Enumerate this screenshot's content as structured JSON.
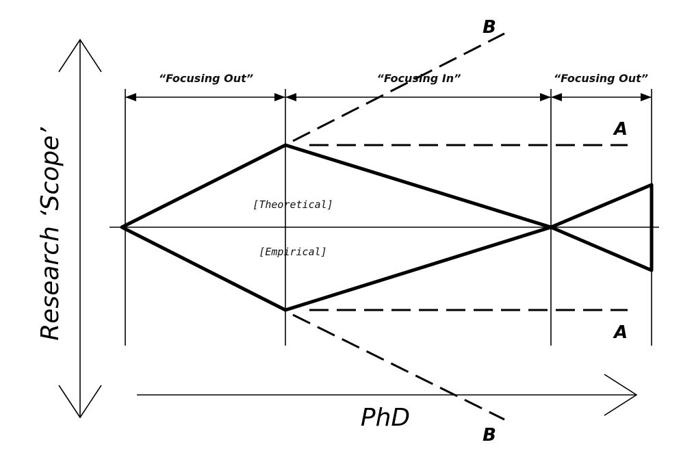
{
  "phases": {
    "left": "“Focusing Out”",
    "middle": "“Focusing In”",
    "right": "“Focusing Out”"
  },
  "regions": {
    "upper": "[Theoretical]",
    "lower": "[Empirical]"
  },
  "paths": {
    "a_upper": "A",
    "a_lower": "A",
    "b_upper": "B",
    "b_lower": "B"
  },
  "axes": {
    "vertical": "Research ‘Scope’",
    "horizontal": "PhD"
  }
}
